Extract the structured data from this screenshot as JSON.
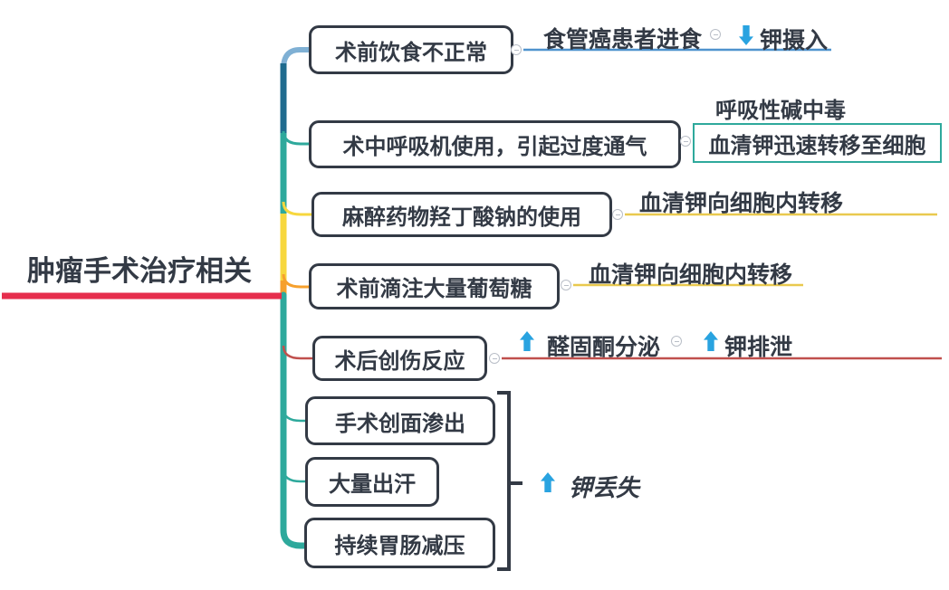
{
  "root": {
    "label": "肿瘤手术治疗相关"
  },
  "branches": [
    {
      "label": "术前饮食不正常",
      "children": [
        {
          "text": "食管癌患者进食"
        },
        {
          "text": "钾摄入",
          "arrow": "down"
        }
      ]
    },
    {
      "label": "术中呼吸机使用，引起过度通气",
      "children": [
        {
          "text": "呼吸性碱中毒"
        },
        {
          "text": "血清钾迅速转移至细胞",
          "boxed": true
        }
      ]
    },
    {
      "label": "麻醉药物羟丁酸钠的使用",
      "children": [
        {
          "text": "血清钾向细胞内转移"
        }
      ]
    },
    {
      "label": "术前滴注大量葡萄糖",
      "children": [
        {
          "text": "血清钾向细胞内转移"
        }
      ]
    },
    {
      "label": "术后创伤反应",
      "children": [
        {
          "text": "醛固酮分泌",
          "arrow": "up"
        },
        {
          "text": "钾排泄",
          "arrow": "up"
        }
      ]
    },
    {
      "label": "手术创面渗出",
      "group": "loss"
    },
    {
      "label": "大量出汗",
      "group": "loss"
    },
    {
      "label": "持续胃肠减压",
      "group": "loss"
    }
  ],
  "group_outcome": {
    "text": "钾丢失",
    "arrow": "up"
  },
  "icons": {
    "collapse": "minus-circle-icon",
    "up": "arrow-up-icon",
    "down": "arrow-down-icon",
    "bracket": "right-square-bracket"
  },
  "colors": {
    "dark": "#333a45",
    "teal": "#2ea99c",
    "darkblue": "#1f6b8e",
    "lightblue": "#7fb0d4",
    "blue": "#4f93ce",
    "yellow": "#f7d73e",
    "softyellow": "#e9c94e",
    "orange": "#f6a02d",
    "crimson": "#e62e4d",
    "redbrown": "#c0504d",
    "arrow": "#29a3e0",
    "circle": "#b9bec7"
  }
}
